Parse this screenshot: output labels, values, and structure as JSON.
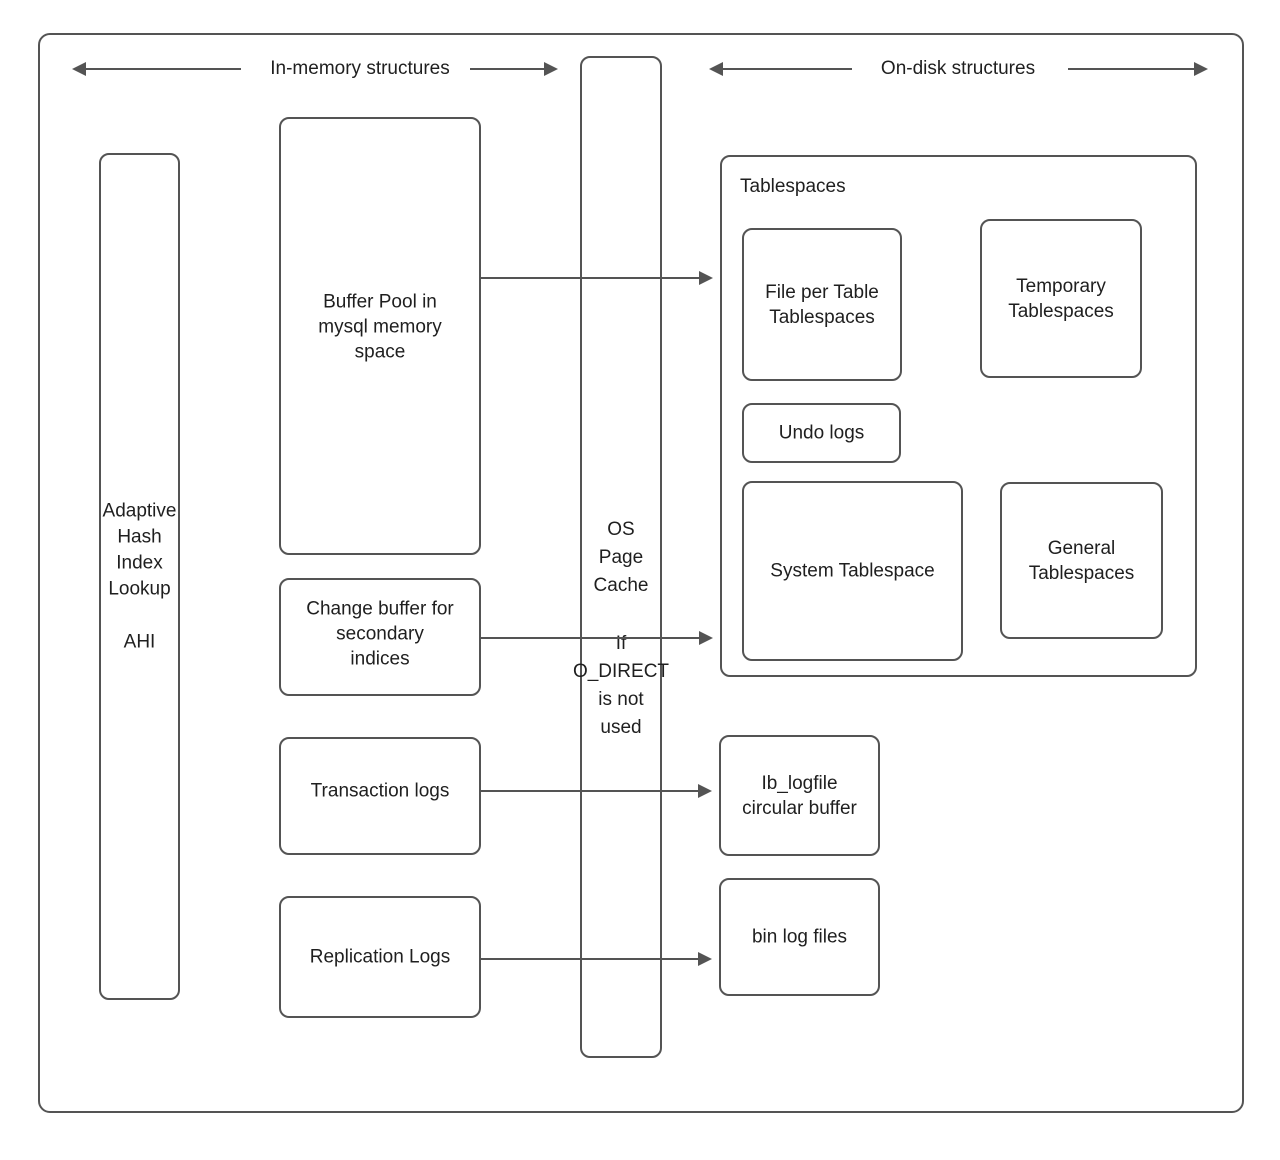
{
  "diagram": {
    "title": "MySQL InnoDB in-memory and on-disk structures",
    "stroke_color": "#545454",
    "text_color": "#1f1f1f",
    "background_color": "#ffffff"
  },
  "headers": {
    "in_memory": "In-memory structures",
    "on_disk": "On-disk structures"
  },
  "in_memory": {
    "ahi": "Adaptive\nHash\nIndex\nLookup\n\nAHI",
    "buffer_pool": "Buffer Pool in\nmysql memory\nspace",
    "change_buffer": "Change buffer for\nsecondary\nindices",
    "transaction_logs": "Transaction logs",
    "replication_logs": "Replication Logs"
  },
  "middle": {
    "os_page_cache": "OS\nPage\nCache",
    "os_page_cache_note": "If\nO_DIRECT\nis not\nused"
  },
  "on_disk": {
    "tablespaces_title": "Tablespaces",
    "file_per_table": "File per Table\nTablespaces",
    "temporary": "Temporary\nTablespaces",
    "undo_logs": "Undo logs",
    "system_tablespace": "System Tablespace",
    "general": "General\nTablespaces",
    "ib_logfile": "Ib_logfile\ncircular buffer",
    "bin_log_files": "bin log files"
  }
}
